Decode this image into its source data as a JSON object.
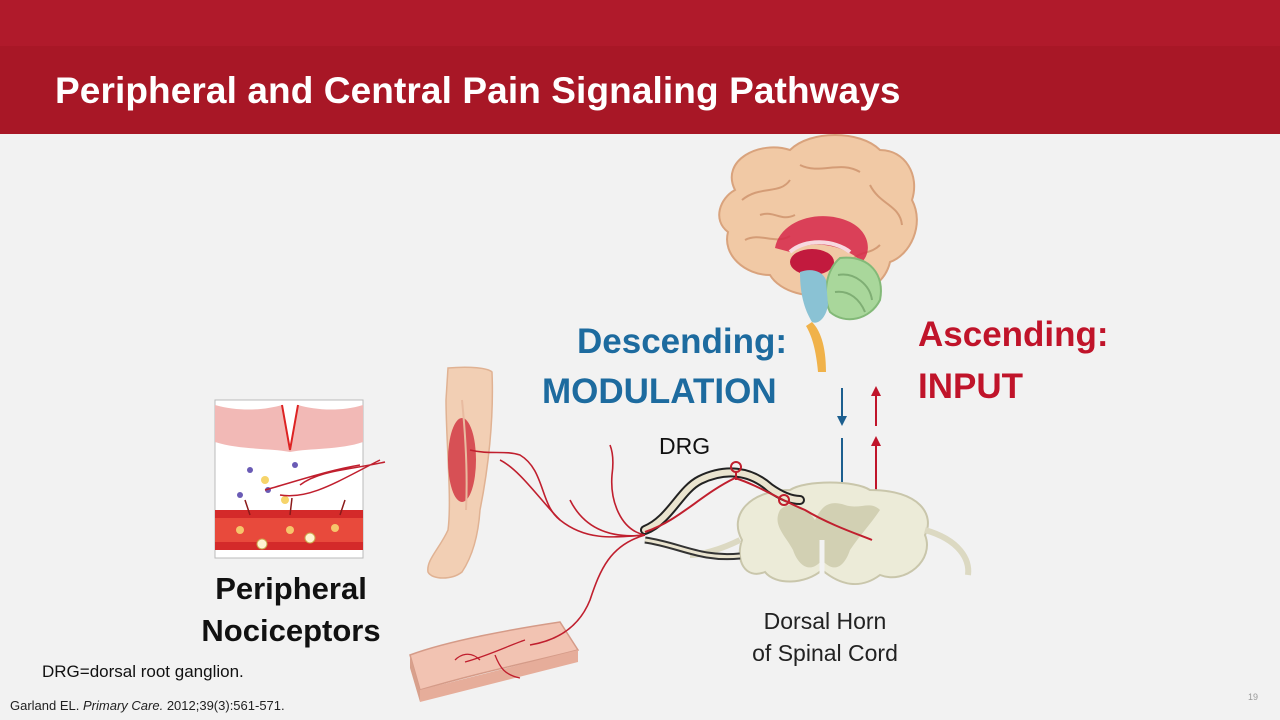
{
  "slide": {
    "title": "Peripheral and Central Pain Signaling Pathways",
    "page_number": "19"
  },
  "labels": {
    "descending_heading": "Descending:",
    "descending_sub": "MODULATION",
    "ascending_heading": "Ascending:",
    "ascending_sub": "INPUT",
    "peripheral_line1": "Peripheral",
    "peripheral_line2": "Nociceptors",
    "drg": "DRG",
    "dorsal_line1": "Dorsal Horn",
    "dorsal_line2": "of Spinal Cord"
  },
  "footer": {
    "footnote": "DRG=dorsal root ganglion.",
    "citation_author": "Garland EL.",
    "citation_journal": "Primary Care.",
    "citation_details": "2012;39(3):561-571."
  },
  "colors": {
    "header_red": "#a81726",
    "descending_blue": "#1d6b9f",
    "ascending_red": "#c0142a",
    "nerve_red": "#c01f2e"
  }
}
